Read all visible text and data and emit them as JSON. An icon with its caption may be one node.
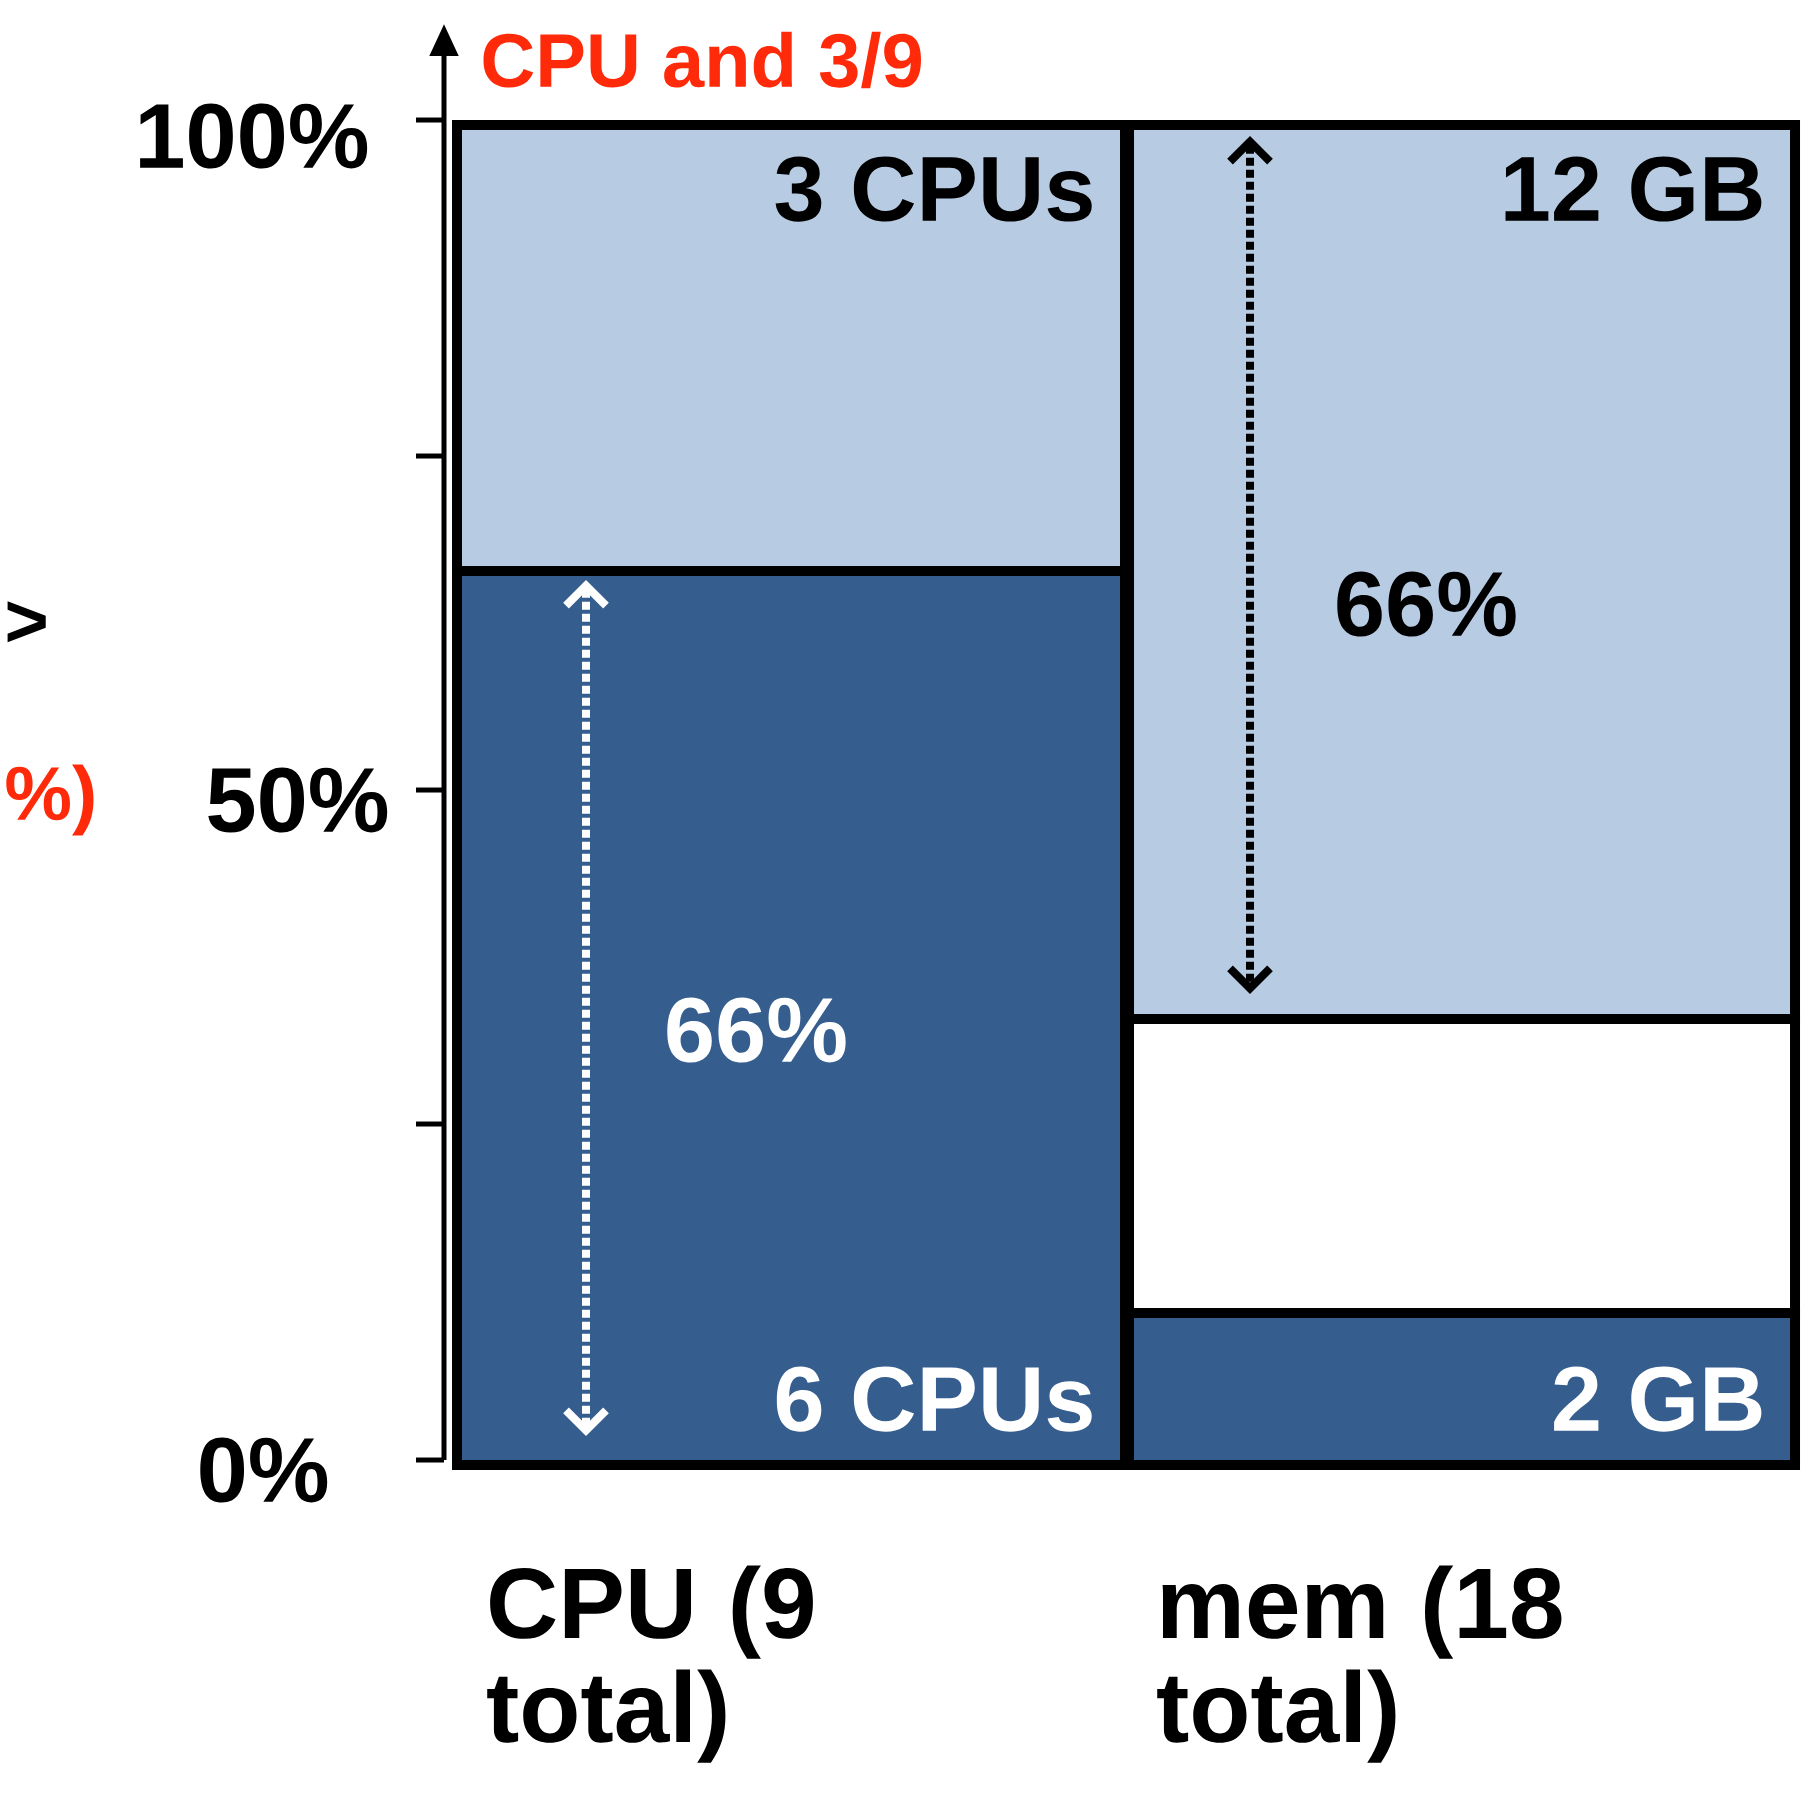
{
  "diagram": {
    "nodes": [
      {
        "text": [
          "3 CPUs"
        ]
      },
      {
        "text": [
          "6 CPUs"
        ]
      },
      {
        "text": [
          "12 GB"
        ]
      },
      {
        "text": [],
        "shape": "box"
      },
      {
        "text": [
          "2 GB"
        ]
      }
    ],
    "labels": [
      "CPU and 3/9",
      "100%",
      ">",
      "%)",
      "50%",
      "66%",
      "66%",
      "0%",
      "CPU (9 total)",
      "mem (18 total)"
    ]
  }
}
